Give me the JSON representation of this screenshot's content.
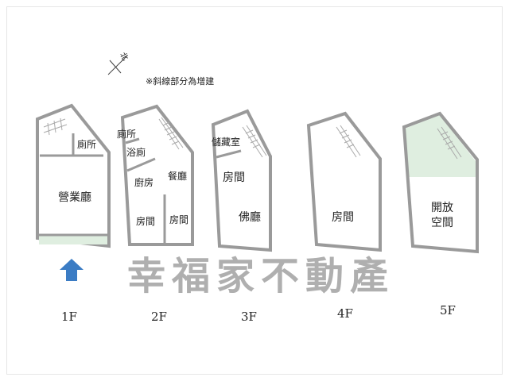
{
  "note": "※斜線部分為增建",
  "north": "北",
  "watermark": "幸福家不動產",
  "colors": {
    "wall": "#9a9a9a",
    "addition": "#dfeee0",
    "entrance_arrow": "#3b7cc4"
  },
  "floors": [
    {
      "label": "1F",
      "rooms": [
        "廁所",
        "營業廳"
      ]
    },
    {
      "label": "2F",
      "rooms": [
        "廁所",
        "浴廁",
        "廚房",
        "餐廳",
        "房間",
        "房間"
      ]
    },
    {
      "label": "3F",
      "rooms": [
        "儲藏室",
        "房間",
        "佛廳"
      ]
    },
    {
      "label": "4F",
      "rooms": [
        "房間"
      ]
    },
    {
      "label": "5F",
      "rooms": [
        "開放",
        "空間"
      ]
    }
  ]
}
